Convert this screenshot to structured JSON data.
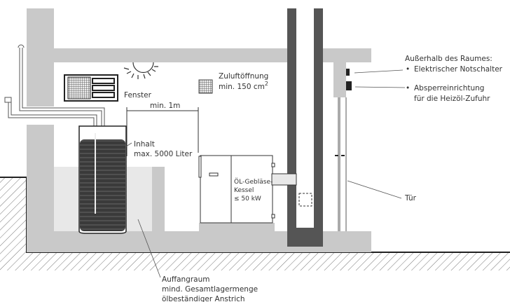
{
  "labels": {
    "fenster": "Fenster",
    "zuluft_1": "Zuluftöffnung",
    "zuluft_2": "min. 150 cm",
    "zuluft_sup": "2",
    "distance": "min. 1m",
    "inhalt_1": "Inhalt",
    "inhalt_2": "max. 5000 Liter",
    "kessel_1": "ÖL-Gebläse-",
    "kessel_2": "Kessel",
    "kessel_3": "≤ 50 kW",
    "outside_title": "Außerhalb des Raumes:",
    "notschalter": "Elektrischer Notschalter",
    "absperr_1": "Absperreinrichtung",
    "absperr_2": "für die Heizöl-Zufuhr",
    "bullet": "•",
    "tuer": "Tür",
    "auffang_1": "Auffangraum",
    "auffang_2": "mind. Gesamtlagermenge",
    "auffang_3": "ölbeständiger Anstrich"
  },
  "colors": {
    "wall": "#c9c9c9",
    "chimney": "#555555",
    "basin": "#e8e8e8",
    "tank": "#3a3a3a"
  }
}
